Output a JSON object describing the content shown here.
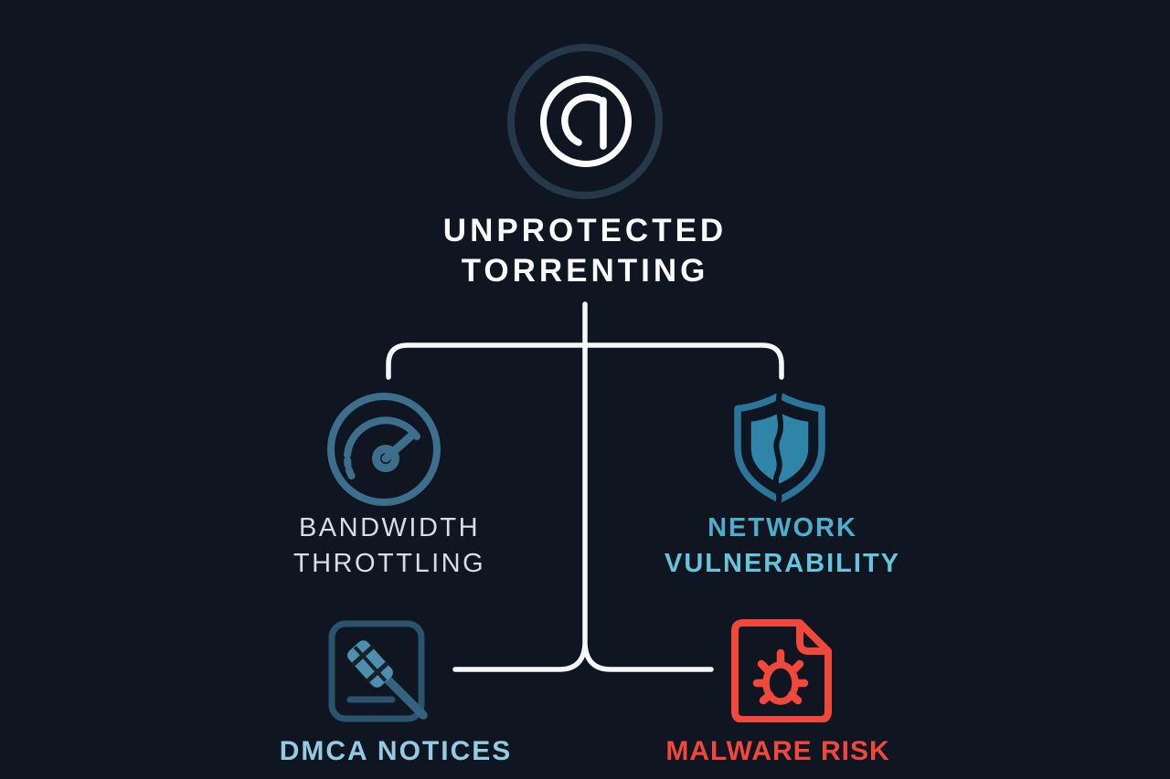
{
  "title": {
    "line1": "UNPROTECTED",
    "line2": "TORRENTING"
  },
  "logo": {
    "name": "g-circle-logo",
    "letter": "G"
  },
  "nodes": [
    {
      "id": "bandwidth-throttling",
      "icon": "speedometer-icon",
      "line1": "BANDWIDTH",
      "line2": "THROTTLING"
    },
    {
      "id": "network-vulnerability",
      "icon": "cracked-shield-icon",
      "line1": "NETWORK",
      "line2": "VULNERABILITY"
    },
    {
      "id": "dmca-notices",
      "icon": "gavel-document-icon",
      "label": "DMCA NOTICES"
    },
    {
      "id": "malware-risk",
      "icon": "malware-file-icon",
      "label": "MALWARE RISK"
    }
  ],
  "colors": {
    "bg": "#0f1621",
    "line": "#f5f7f8",
    "title-text": "#fafbfd",
    "logo-ring": "#26394b",
    "logo-fg": "#ffffff",
    "speedo": "#3d6e8c",
    "shield-outline": "#2b7698",
    "shield-fill": "#2f85a8",
    "gavel-frame": "#2b536e",
    "gavel-handle": "#35637f",
    "gavel-head": "#4d8fac",
    "gavel-seam": "#16222c",
    "label-muted": "#d4dee4",
    "label-cyan": "#4fadc9",
    "label-cyan-light": "#66c5db",
    "label-blue": "#94cbe0",
    "label-red": "#f2483c"
  }
}
